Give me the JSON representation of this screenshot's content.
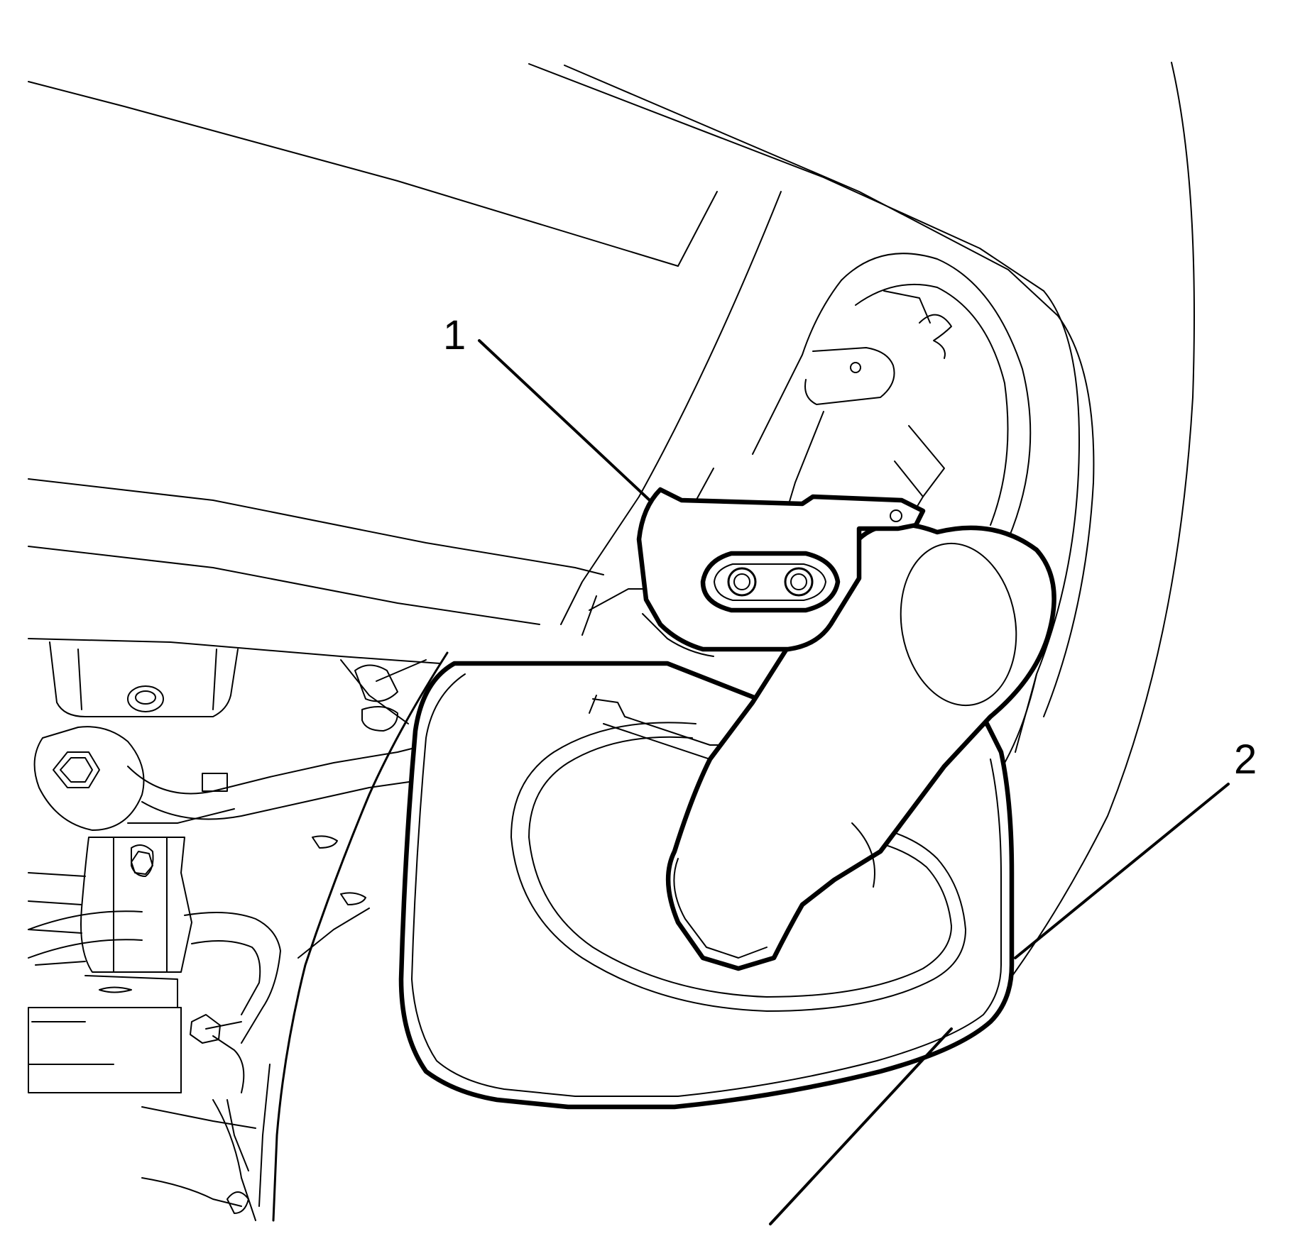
{
  "callouts": [
    {
      "number": "1",
      "refers_to": "bracket"
    },
    {
      "number": "2",
      "refers_to": "deflector"
    }
  ],
  "colors": {
    "line": "#000000",
    "background": "#ffffff"
  }
}
